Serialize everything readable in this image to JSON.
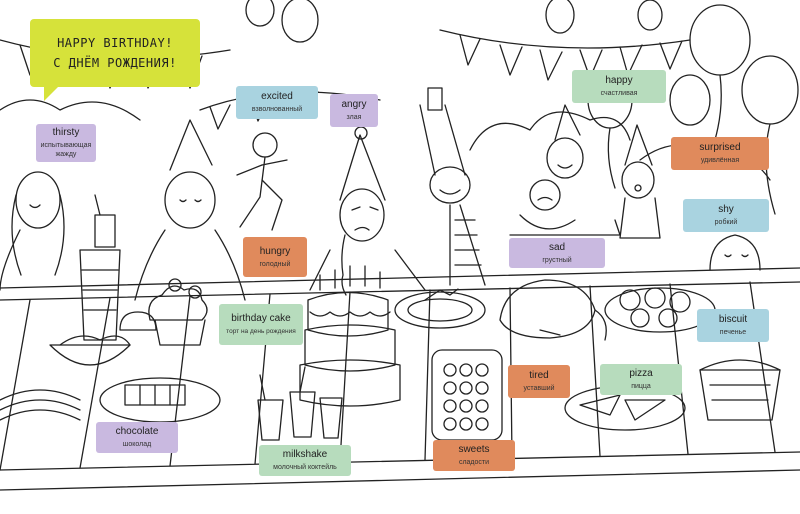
{
  "title": {
    "line1": "HAPPY BIRTHDAY!",
    "line2": "С ДНЁМ РОЖДЕНИЯ!"
  },
  "colors": {
    "title_bg": "#d6e23a",
    "purple": "#c9b9e0",
    "blue": "#a9d3e0",
    "green": "#b7dcbd",
    "orange": "#e08a5c"
  },
  "labels": {
    "thirsty": {
      "en": "thirsty",
      "ru": "испытывающая жажду",
      "color": "purple"
    },
    "excited": {
      "en": "excited",
      "ru": "взволнованный",
      "color": "blue"
    },
    "angry": {
      "en": "angry",
      "ru": "злая",
      "color": "purple"
    },
    "happy": {
      "en": "happy",
      "ru": "счастливая",
      "color": "green"
    },
    "surprised": {
      "en": "surprised",
      "ru": "удивлённая",
      "color": "orange"
    },
    "shy": {
      "en": "shy",
      "ru": "робкий",
      "color": "blue"
    },
    "sad": {
      "en": "sad",
      "ru": "грустный",
      "color": "purple"
    },
    "hungry": {
      "en": "hungry",
      "ru": "голодный",
      "color": "orange"
    },
    "birthday_cake": {
      "en": "birthday cake",
      "ru": "торт на день рождения",
      "color": "green"
    },
    "biscuit": {
      "en": "biscuit",
      "ru": "печенье",
      "color": "blue"
    },
    "tired": {
      "en": "tired",
      "ru": "уставший",
      "color": "orange"
    },
    "pizza": {
      "en": "pizza",
      "ru": "пицца",
      "color": "green"
    },
    "chocolate": {
      "en": "chocolate",
      "ru": "шоколад",
      "color": "purple"
    },
    "milkshake": {
      "en": "milkshake",
      "ru": "молочный коктейль",
      "color": "green"
    },
    "sweets": {
      "en": "sweets",
      "ru": "сладости",
      "color": "orange"
    }
  }
}
